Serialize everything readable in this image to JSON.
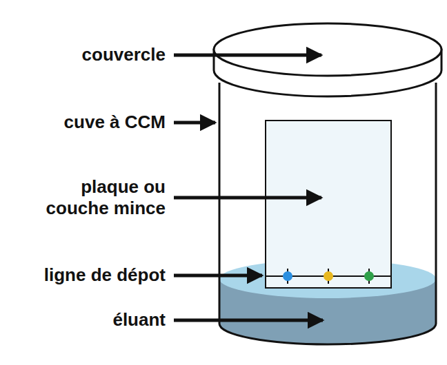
{
  "diagram": {
    "labels": [
      "couvercle",
      "cuve à CCM",
      "plaque ou couche mince",
      "ligne de dépot",
      "éluant"
    ]
  }
}
